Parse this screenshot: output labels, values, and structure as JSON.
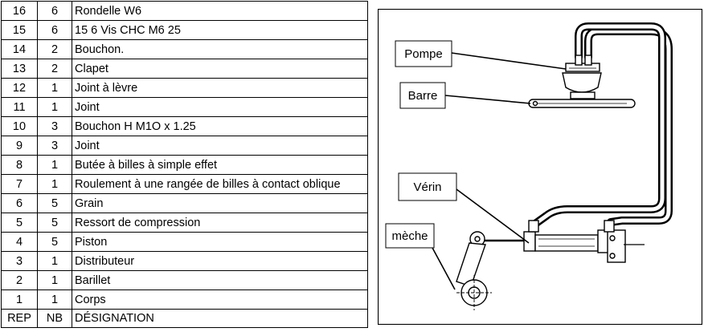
{
  "table": {
    "headers": {
      "rep": "REP",
      "nb": "NB",
      "designation": "DÉSIGNATION"
    },
    "rows": [
      {
        "rep": "16",
        "nb": "6",
        "designation": "Rondelle W6"
      },
      {
        "rep": "15",
        "nb": "6",
        "designation": "15 6 Vis CHC M6 25"
      },
      {
        "rep": "14",
        "nb": "2",
        "designation": "Bouchon."
      },
      {
        "rep": "13",
        "nb": "2",
        "designation": "Clapet"
      },
      {
        "rep": "12",
        "nb": "1",
        "designation": "Joint à lèvre"
      },
      {
        "rep": "11",
        "nb": "1",
        "designation": "Joint"
      },
      {
        "rep": "10",
        "nb": "3",
        "designation": "Bouchon H M1O x 1.25"
      },
      {
        "rep": "9",
        "nb": "3",
        "designation": "Joint"
      },
      {
        "rep": "8",
        "nb": "1",
        "designation": "Butée à billes à simple effet"
      },
      {
        "rep": "7",
        "nb": "1",
        "designation": "Roulement à une rangée de billes à contact oblique"
      },
      {
        "rep": "6",
        "nb": "5",
        "designation": "Grain"
      },
      {
        "rep": "5",
        "nb": "5",
        "designation": "Ressort de compression"
      },
      {
        "rep": "4",
        "nb": "5",
        "designation": "Piston"
      },
      {
        "rep": "3",
        "nb": "1",
        "designation": "Distributeur"
      },
      {
        "rep": "2",
        "nb": "1",
        "designation": "Barillet"
      },
      {
        "rep": "1",
        "nb": "1",
        "designation": "Corps"
      }
    ]
  },
  "diagram": {
    "labels": {
      "pompe": "Pompe",
      "barre": "Barre",
      "verin": "Vérin",
      "meche": "mèche"
    }
  }
}
